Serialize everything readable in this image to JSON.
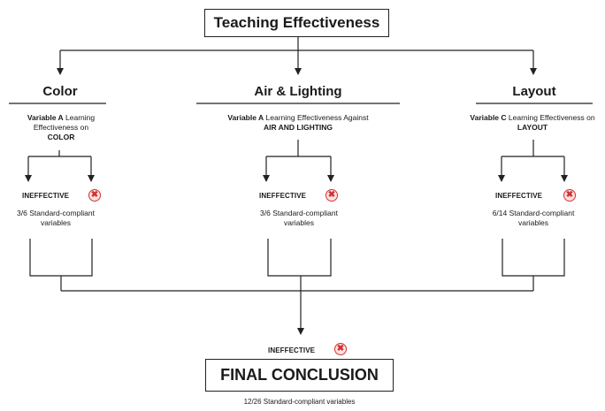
{
  "title": "Teaching Effectiveness",
  "branches": [
    {
      "heading": "Color",
      "variable_label": "Variable A",
      "description": "Learning Effectiveness on",
      "subject": "COLOR",
      "status": "INEFFECTIVE",
      "count_line1": "3/6 Standard-compliant",
      "count_line2": "variables"
    },
    {
      "heading": "Air & Lighting",
      "variable_label": "Variable A",
      "description": "Learning Effectiveness Against",
      "subject": "AIR AND LIGHTING",
      "status": "INEFFECTIVE",
      "count_line1": "3/6 Standard-compliant",
      "count_line2": "variables"
    },
    {
      "heading": "Layout",
      "variable_label": "Variable C",
      "description": "Learning Effectiveness on",
      "subject": "LAYOUT",
      "status": "INEFFECTIVE",
      "count_line1": "6/14 Standard-compliant",
      "count_line2": "variables"
    }
  ],
  "final": {
    "status": "INEFFECTIVE",
    "label": "FINAL CONCLUSION",
    "count": "12/26 Standard-compliant variables"
  },
  "icons": {
    "status_icon": "x-circle-icon",
    "status_color": "#d32f2f"
  }
}
